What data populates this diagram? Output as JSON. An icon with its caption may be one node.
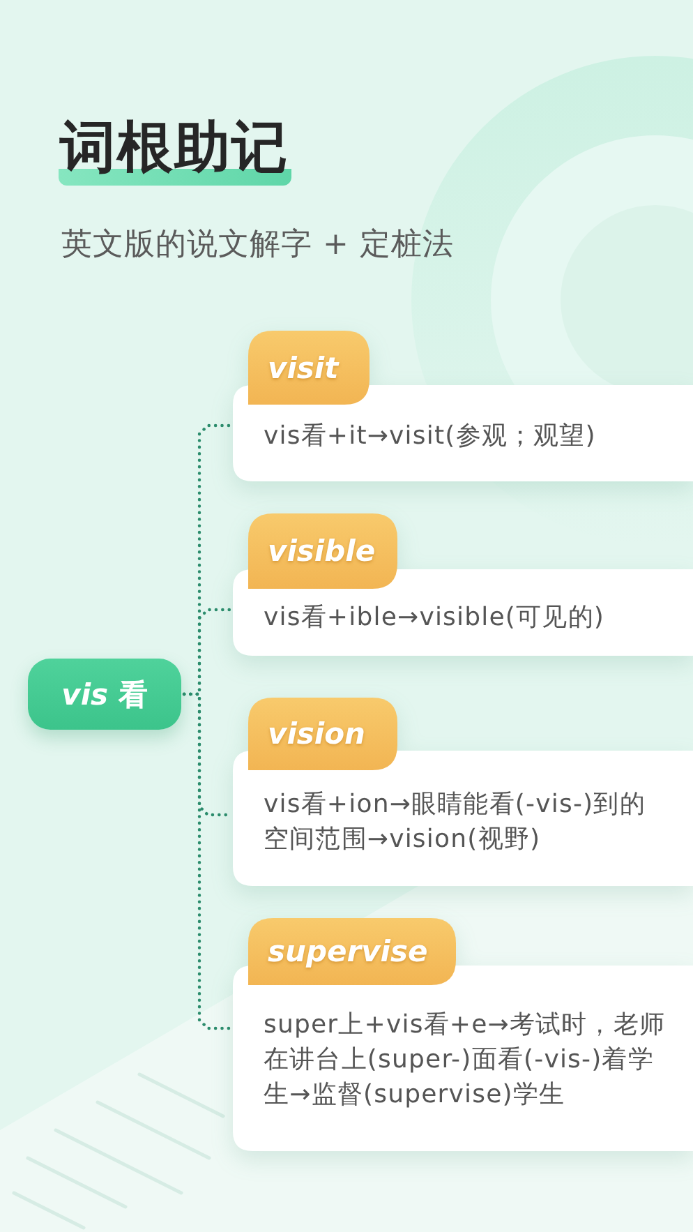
{
  "diagram": {
    "title": "词根助记",
    "nodes": [
      {
        "text": [
          "*vis* 看"
        ]
      },
      {
        "text": [
          "visit",
          "vis看+it→visit(参观；观望)"
        ]
      },
      {
        "text": [
          "visible",
          "vis看+ible→visible(可见的)"
        ]
      },
      {
        "text": [
          "vision",
          "vis看+ion→眼睛能看(-vis-)到的空间范围→vision(视野)"
        ]
      },
      {
        "text": [
          "supervise",
          "super上+vis看+e→考试时，老师在讲台上(super-)面看(-vis-)着学生→监督(supervise)学生"
        ]
      }
    ],
    "edges": [
      {
        "from": 0,
        "to": 1,
        "arrow": "none",
        "style": "dashed"
      },
      {
        "from": 0,
        "to": 2,
        "arrow": "none",
        "style": "dashed"
      },
      {
        "from": 0,
        "to": 3,
        "arrow": "none",
        "style": "dashed"
      },
      {
        "from": 0,
        "to": 4,
        "arrow": "none",
        "style": "dashed"
      }
    ],
    "labels": [
      "英文版的说文解字 + 定桩法"
    ]
  }
}
